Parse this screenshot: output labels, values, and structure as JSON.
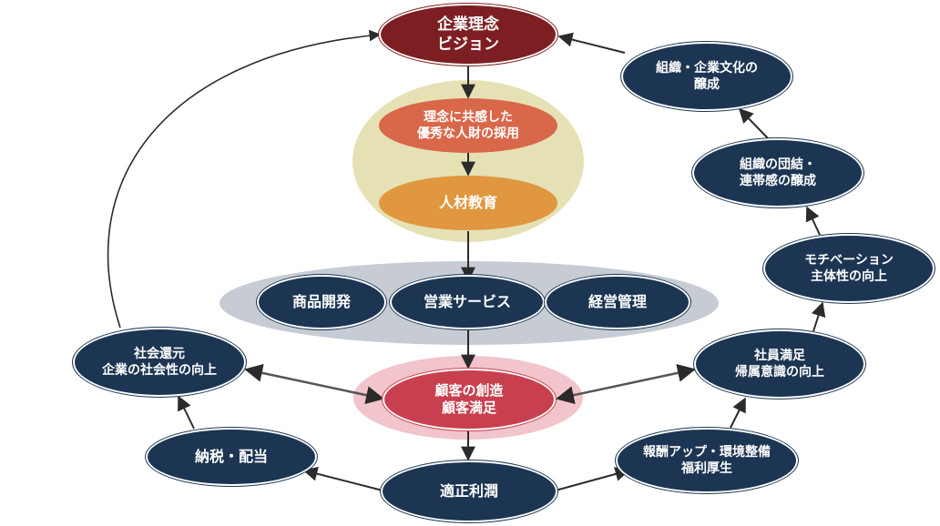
{
  "nodes": {
    "vision": "企業理念\nビジョン",
    "hiring": "理念に共感した\n優秀な人財の採用",
    "education": "人材教育",
    "product_dev": "商品開発",
    "sales_service": "営業サービス",
    "management": "経営管理",
    "customer": "顧客の創造\n顧客満足",
    "profit": "適正利潤",
    "tax": "納税・配当",
    "social": "社会還元\n企業の社会性の向上",
    "pay": "報酬アップ・環境整備\n福利厚生",
    "employee": "社員満足\n帰属意識の向上",
    "motivation": "モチベーション\n主体性の向上",
    "unity": "組織の団結・\n連帯感の醸成",
    "culture": "組織・企業文化の\n醸成"
  },
  "colors": {
    "navy": "#1c3552",
    "maroon": "#7d1f22",
    "coral": "#d9674a",
    "orange": "#e0973f",
    "crimson": "#c8404f",
    "olive_halo": "#e6e1b4",
    "grey_band": "#c7ccd4",
    "pink_halo": "#f2c4cb",
    "arrow": "#2b2b2b"
  }
}
